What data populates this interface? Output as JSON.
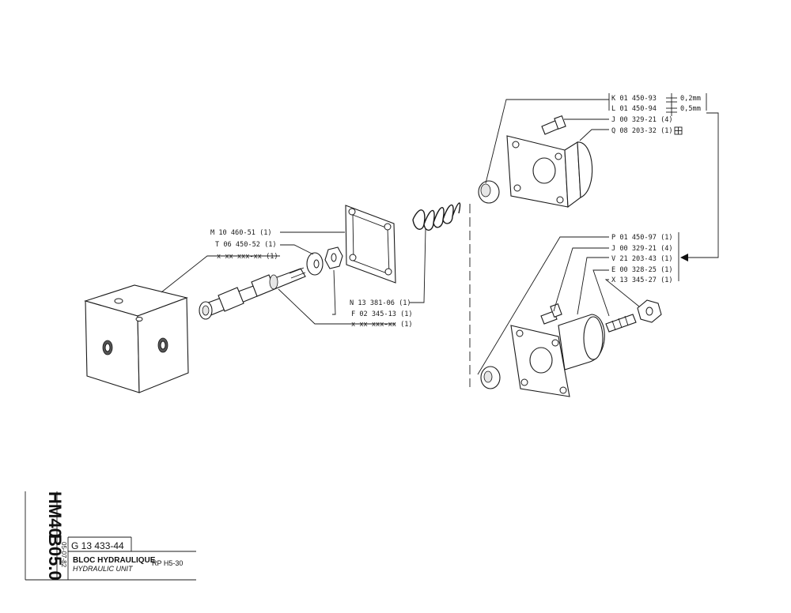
{
  "parts": {
    "shim_02": "K 01 450-93",
    "shim_02_spec": "0,2mm",
    "shim_05": "L 01 450-94",
    "shim_05_spec": "0,5mm",
    "screw_top": "J 00 329-21 (4)",
    "cover_top": "Q 08 203-32 (1)",
    "seal_ring": "M 10 460-51 (1)",
    "washer": "T 06 450-52 (1)",
    "block_ref": "x xx xxx-xx (1)",
    "spring": "N 13 381-06 (1)",
    "nut_small": "F 02 345-13 (1)",
    "spool_ref": "x xx xxx-xx (1)",
    "cap_bottom": "P 01 450-97 (1)",
    "screw_bottom": "J 00 329-21 (4)",
    "cover_bottom": "V 21 203-43 (1)",
    "stud": "E 00 328-25 (1)",
    "nut_large": "X 13 345-27 (1)"
  },
  "title_block": {
    "model": "HM40",
    "section": "B05.0",
    "date": "05-07-82",
    "drawing_number": "G 13 433-44",
    "title_fr": "BLOC HYDRAULIQUE",
    "title_en": "HYDRAULIC UNIT",
    "model_ref": "RP H5-30"
  }
}
